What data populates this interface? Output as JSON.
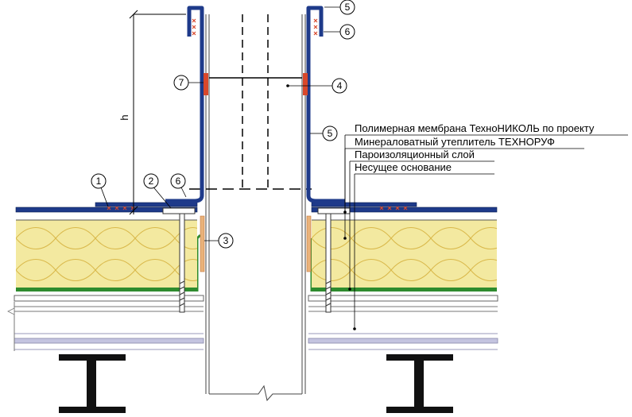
{
  "callouts": [
    "1",
    "2",
    "3",
    "4",
    "5",
    "6",
    "7"
  ],
  "dimension_label": "h",
  "legend": [
    "Полимерная мембрана ТехноНИКОЛЬ по проекту",
    "Минераловатный утеплитель ТЕХНОРУФ",
    "Пароизоляционный слой",
    "Несущее основание"
  ],
  "colors": {
    "membrane": "#1e3a8a",
    "insulation": "#f3e9a0",
    "insulation_lines": "#d9b84a",
    "vapor_barrier": "#2e8b2e",
    "sealant": "#d9482b",
    "seam_cross": "#d9482b",
    "deck": "#b9b9d9"
  }
}
